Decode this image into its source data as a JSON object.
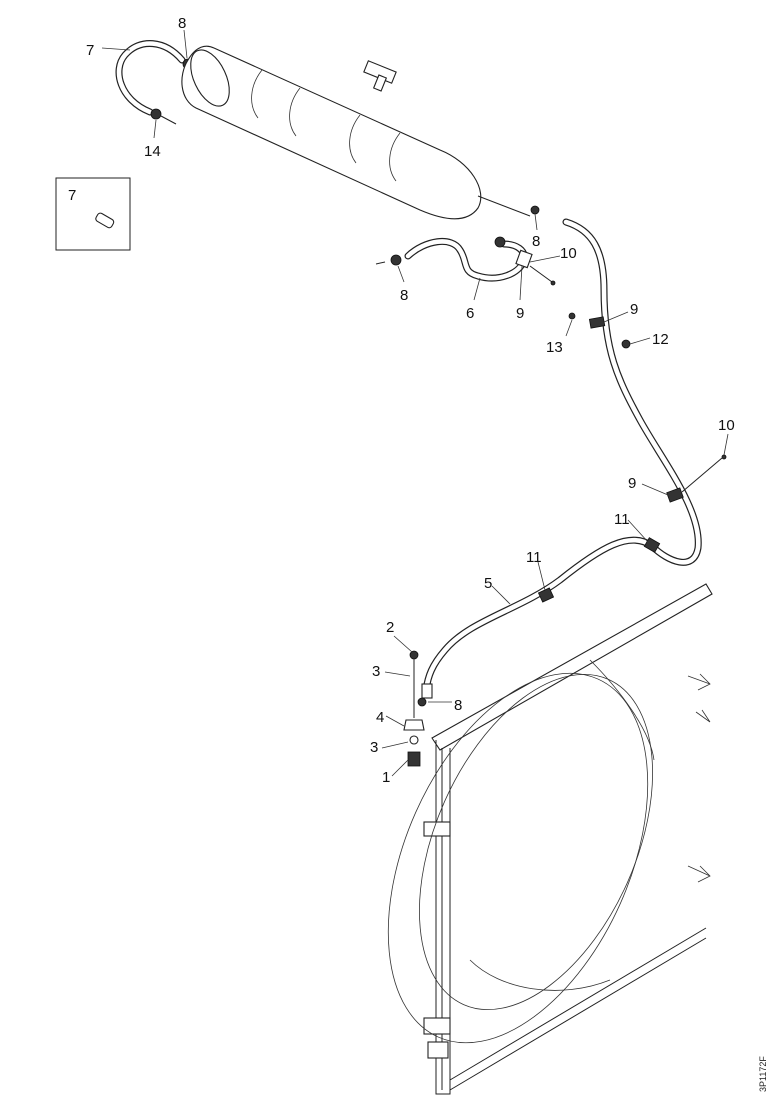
{
  "drawing": {
    "type": "exploded parts diagram",
    "part_labels": [
      {
        "id": "lbl-7-top",
        "text": "7"
      },
      {
        "id": "lbl-8-top",
        "text": "8"
      },
      {
        "id": "lbl-14",
        "text": "14"
      },
      {
        "id": "lbl-7-inset",
        "text": "7"
      },
      {
        "id": "lbl-8-right",
        "text": "8"
      },
      {
        "id": "lbl-10-mid",
        "text": "10"
      },
      {
        "id": "lbl-8-left",
        "text": "8"
      },
      {
        "id": "lbl-6",
        "text": "6"
      },
      {
        "id": "lbl-9-mid",
        "text": "9"
      },
      {
        "id": "lbl-9-right",
        "text": "9"
      },
      {
        "id": "lbl-13",
        "text": "13"
      },
      {
        "id": "lbl-12",
        "text": "12"
      },
      {
        "id": "lbl-10-lower",
        "text": "10"
      },
      {
        "id": "lbl-9-lower",
        "text": "9"
      },
      {
        "id": "lbl-11-right",
        "text": "11"
      },
      {
        "id": "lbl-11-left",
        "text": "11"
      },
      {
        "id": "lbl-5",
        "text": "5"
      },
      {
        "id": "lbl-2",
        "text": "2"
      },
      {
        "id": "lbl-3-top",
        "text": "3"
      },
      {
        "id": "lbl-8-bottom",
        "text": "8"
      },
      {
        "id": "lbl-4",
        "text": "4"
      },
      {
        "id": "lbl-3-bottom",
        "text": "3"
      },
      {
        "id": "lbl-1",
        "text": "1"
      }
    ],
    "drawing_code": "3P1172F"
  }
}
